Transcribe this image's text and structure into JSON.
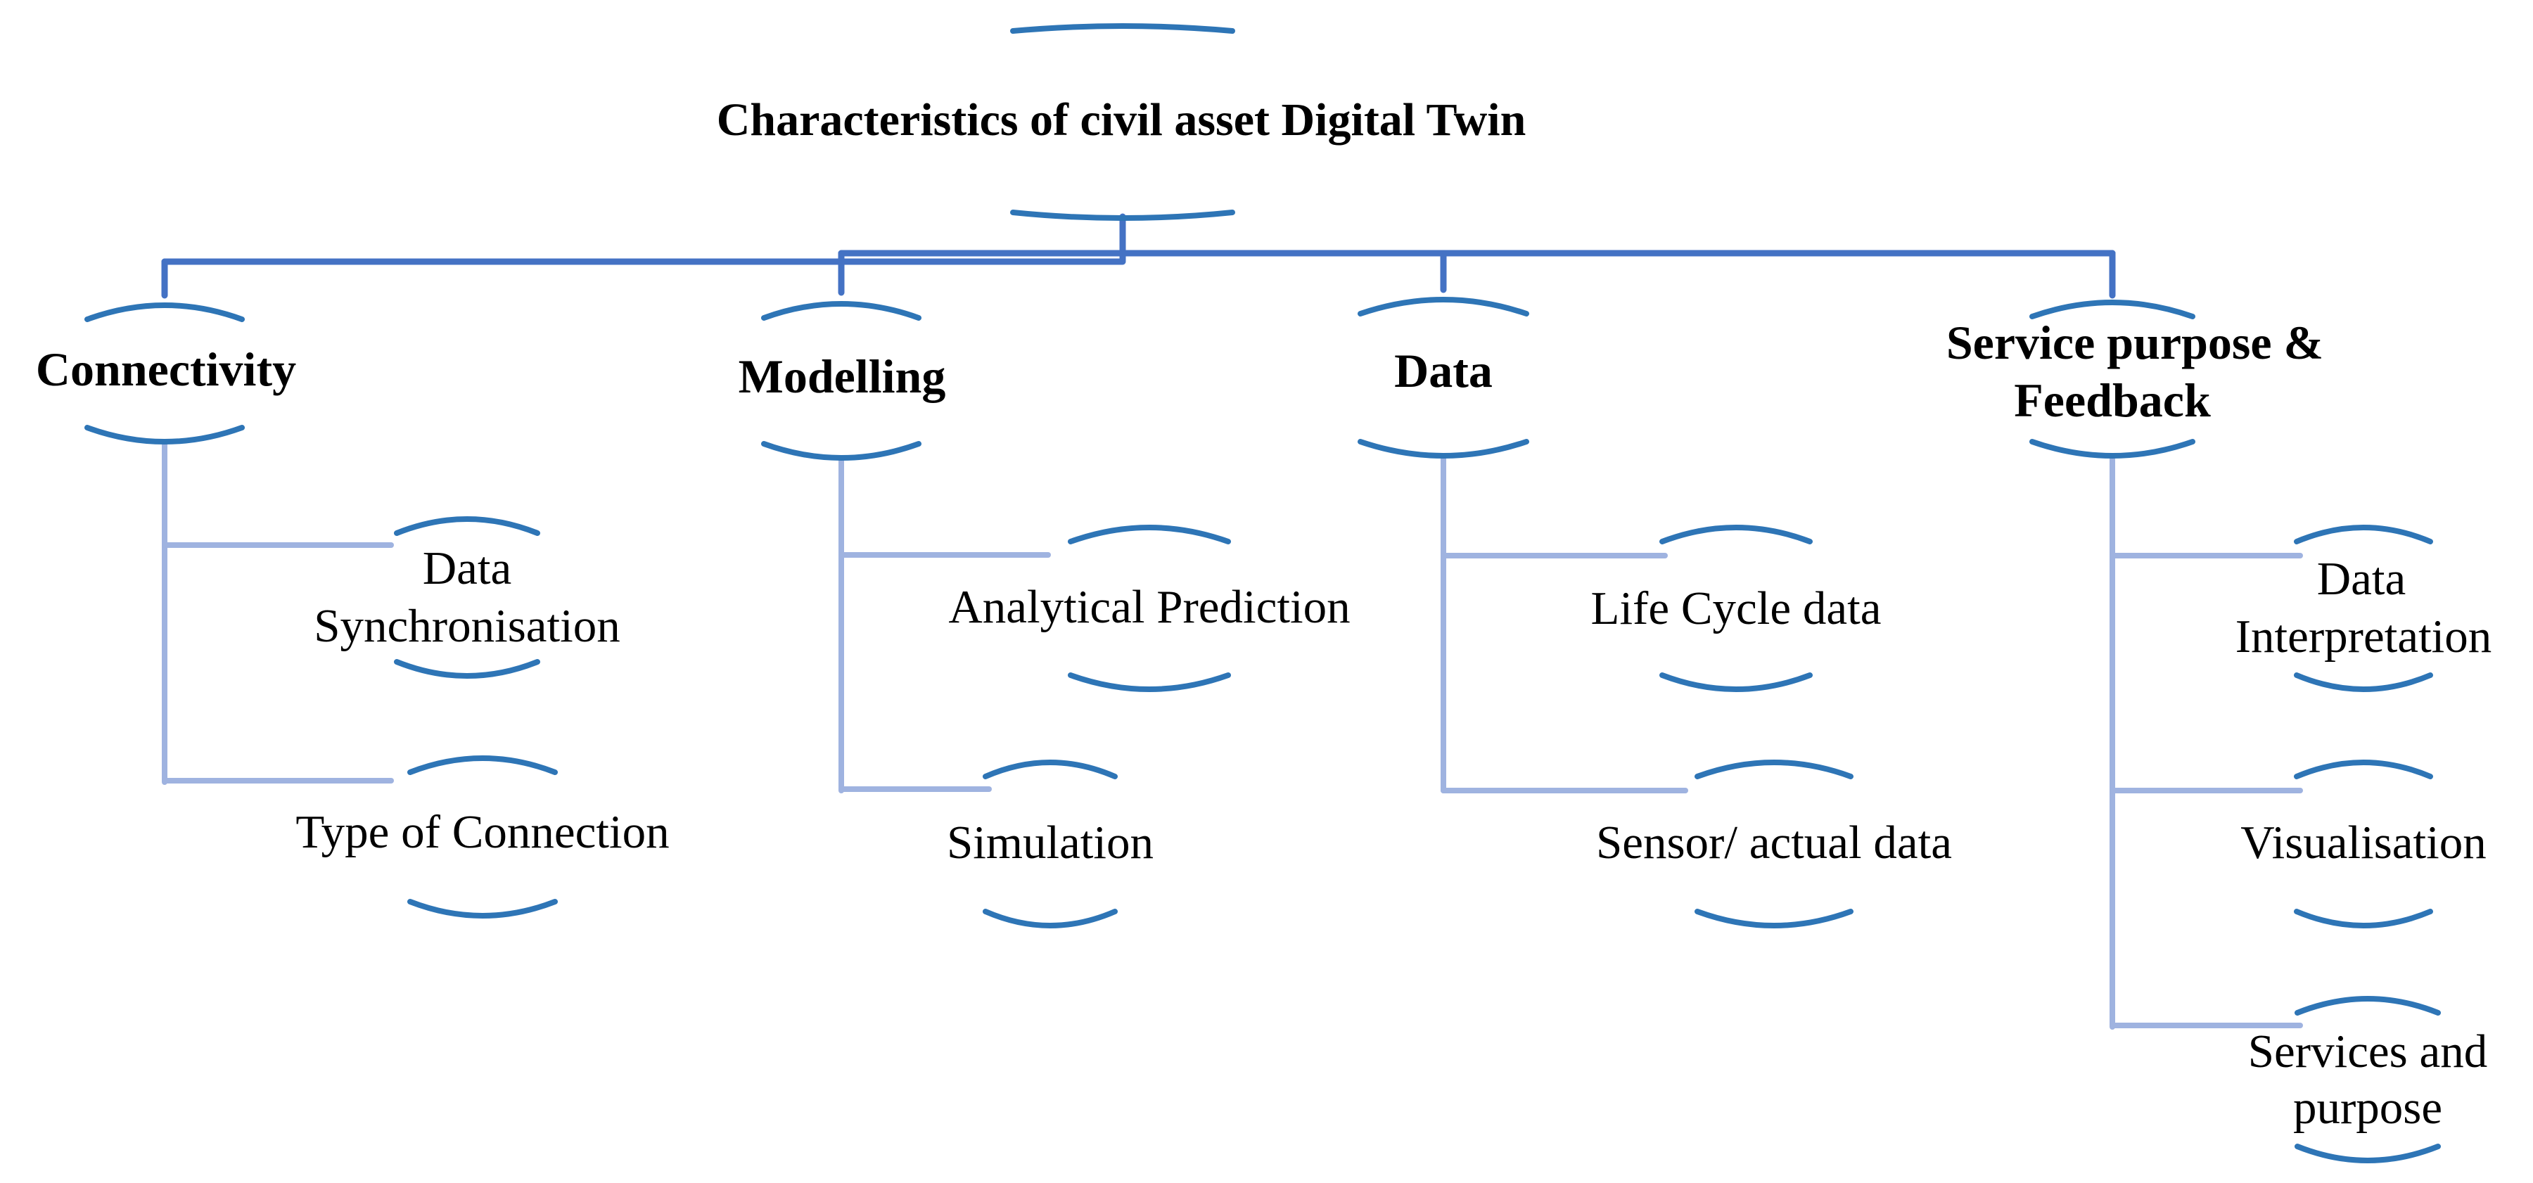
{
  "diagram": {
    "title": "Characteristics of civil asset Digital Twin",
    "colors": {
      "main_line": "#4472c4",
      "branch_line": "#9fb3e0",
      "arc": "#2e75b6",
      "text": "#000000"
    },
    "categories": [
      {
        "label_lines": [
          "Connectivity"
        ],
        "children": [
          {
            "label_lines": [
              "Data",
              "Synchronisation"
            ]
          },
          {
            "label_lines": [
              "Type of Connection"
            ]
          }
        ]
      },
      {
        "label_lines": [
          "Modelling"
        ],
        "children": [
          {
            "label_lines": [
              "Analytical Prediction"
            ]
          },
          {
            "label_lines": [
              "Simulation"
            ]
          }
        ]
      },
      {
        "label_lines": [
          "Data"
        ],
        "children": [
          {
            "label_lines": [
              "Life Cycle data"
            ]
          },
          {
            "label_lines": [
              "Sensor/ actual data"
            ]
          }
        ]
      },
      {
        "label_lines": [
          "Service purpose &",
          "Feedback"
        ],
        "children": [
          {
            "label_lines": [
              "Data",
              "Interpretation"
            ]
          },
          {
            "label_lines": [
              "Visualisation"
            ]
          },
          {
            "label_lines": [
              "Services and",
              "purpose"
            ]
          }
        ]
      }
    ]
  }
}
